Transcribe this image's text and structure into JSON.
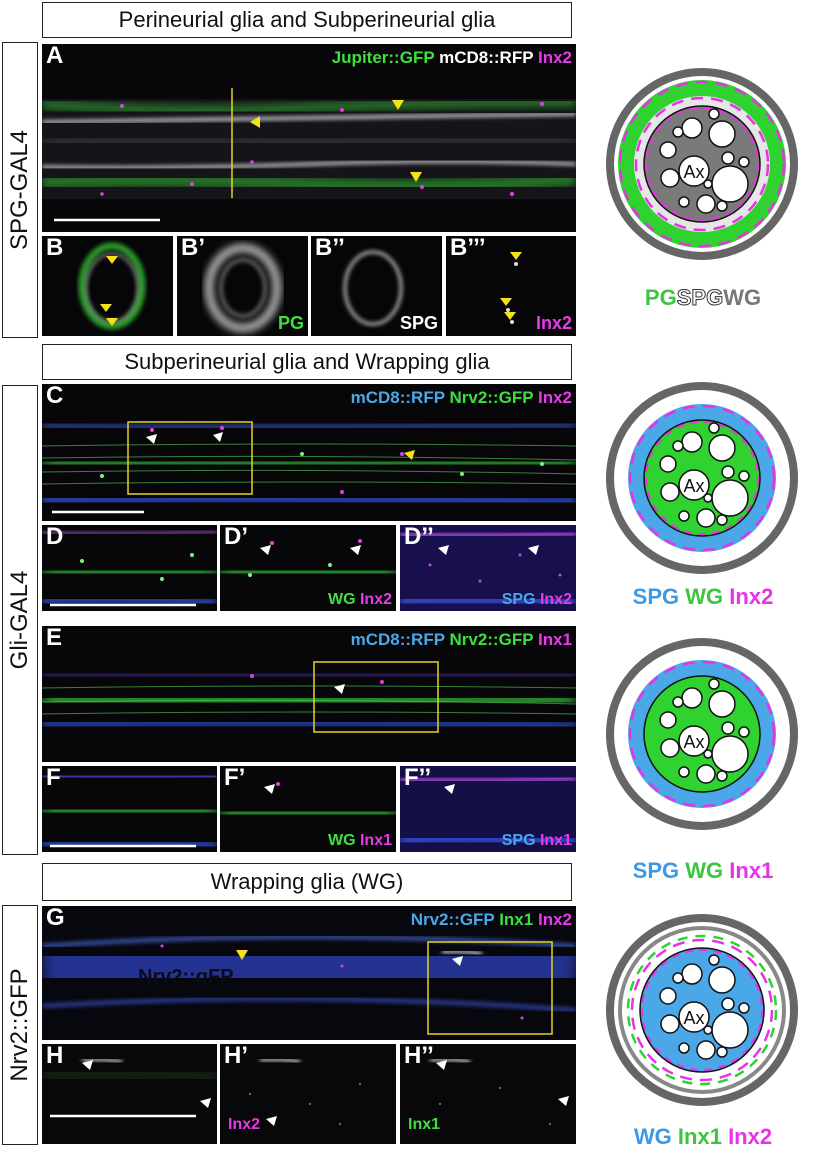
{
  "headers": {
    "top": "Perineurial glia and Subperineurial glia",
    "mid": "Subperineurial glia and Wrapping glia",
    "bottom": "Wrapping glia (WG)"
  },
  "side_labels": {
    "spg": "SPG-GAL4",
    "gli": "Gli-GAL4",
    "nrv": "Nrv2::GFP"
  },
  "panels": {
    "A": {
      "letter": "A",
      "ch1": "Jupiter::GFP",
      "ch2": "mCD8::RFP",
      "ch3": "Inx2"
    },
    "B": {
      "letter": "B"
    },
    "B1": {
      "letter": "B’",
      "tag": "PG"
    },
    "B2": {
      "letter": "B’’",
      "tag": "SPG"
    },
    "B3": {
      "letter": "B’’’",
      "tag": "Inx2"
    },
    "C": {
      "letter": "C",
      "ch1": "mCD8::RFP",
      "ch2": "Nrv2::GFP",
      "ch3": "Inx2"
    },
    "D": {
      "letter": "D"
    },
    "D1": {
      "letter": "D’",
      "tag1": "WG",
      "tag2": "Inx2"
    },
    "D2": {
      "letter": "D’’",
      "tag1": "SPG",
      "tag2": "Inx2"
    },
    "E": {
      "letter": "E",
      "ch1": "mCD8::RFP",
      "ch2": "Nrv2::GFP",
      "ch3": "Inx1"
    },
    "F": {
      "letter": "F"
    },
    "F1": {
      "letter": "F’",
      "tag1": "WG",
      "tag2": "Inx1"
    },
    "F2": {
      "letter": "F’’",
      "tag1": "SPG",
      "tag2": "Inx1"
    },
    "G": {
      "letter": "G",
      "ch1": "Nrv2::GFP",
      "ch2": "Inx1",
      "ch3": "Inx2",
      "inner": "Nrv2::gFP"
    },
    "H": {
      "letter": "H"
    },
    "H1": {
      "letter": "H’",
      "tag": "Inx2"
    },
    "H2": {
      "letter": "H’’",
      "tag": "Inx1"
    }
  },
  "diagrams": {
    "d1": {
      "ax": "Ax",
      "l1": "PG",
      "l2": "SPG",
      "l3": "WG"
    },
    "d2": {
      "ax": "Ax",
      "l1": "SPG",
      "l2": "WG",
      "l3": "Inx2"
    },
    "d3": {
      "ax": "Ax",
      "l1": "SPG",
      "l2": "WG",
      "l3": "Inx1"
    },
    "d4": {
      "ax": "Ax",
      "l1": "WG",
      "l2": "Inx1",
      "l3": "Inx2"
    }
  },
  "colors": {
    "green": "#2fd22f",
    "magenta": "#e832e8",
    "blue": "#4aa8e8",
    "grey": "#7a7a7a",
    "arrow_yellow": "#f2e21a",
    "box_yellow": "#e8d21e"
  }
}
